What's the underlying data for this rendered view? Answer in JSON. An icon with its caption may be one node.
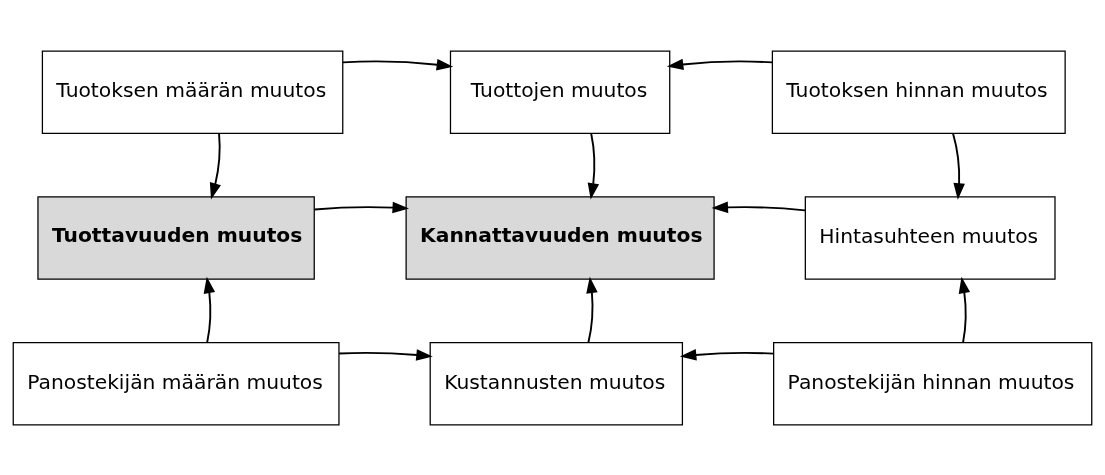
{
  "diagram": {
    "nodes": [
      {
        "text": [
          "Tuotoksen määrän muutos"
        ]
      },
      {
        "text": [
          "Tuottojen muutos"
        ]
      },
      {
        "text": [
          "Tuotoksen hinnan muutos"
        ]
      },
      {
        "text": [
          "Tuottavuuden muutos"
        ]
      },
      {
        "text": [
          "Kannattavuuden muutos"
        ]
      },
      {
        "text": [
          "Hintasuhteen muutos"
        ]
      },
      {
        "text": [
          "Panostekijän määrän muutos"
        ]
      },
      {
        "text": [
          "Kustannusten muutos"
        ]
      },
      {
        "text": [
          "Panostekijän hinnan muutos"
        ]
      }
    ],
    "edges": [
      {
        "from": 0,
        "to": 1,
        "arrow": "to"
      },
      {
        "from": 2,
        "to": 1,
        "arrow": "to"
      },
      {
        "from": 0,
        "to": 3,
        "arrow": "to"
      },
      {
        "from": 1,
        "to": 4,
        "arrow": "to"
      },
      {
        "from": 2,
        "to": 5,
        "arrow": "to"
      },
      {
        "from": 3,
        "to": 4,
        "arrow": "to"
      },
      {
        "from": 5,
        "to": 4,
        "arrow": "to"
      },
      {
        "from": 6,
        "to": 3,
        "arrow": "to"
      },
      {
        "from": 7,
        "to": 4,
        "arrow": "to"
      },
      {
        "from": 8,
        "to": 5,
        "arrow": "to"
      },
      {
        "from": 6,
        "to": 7,
        "arrow": "to"
      },
      {
        "from": 8,
        "to": 7,
        "arrow": "to"
      }
    ]
  }
}
